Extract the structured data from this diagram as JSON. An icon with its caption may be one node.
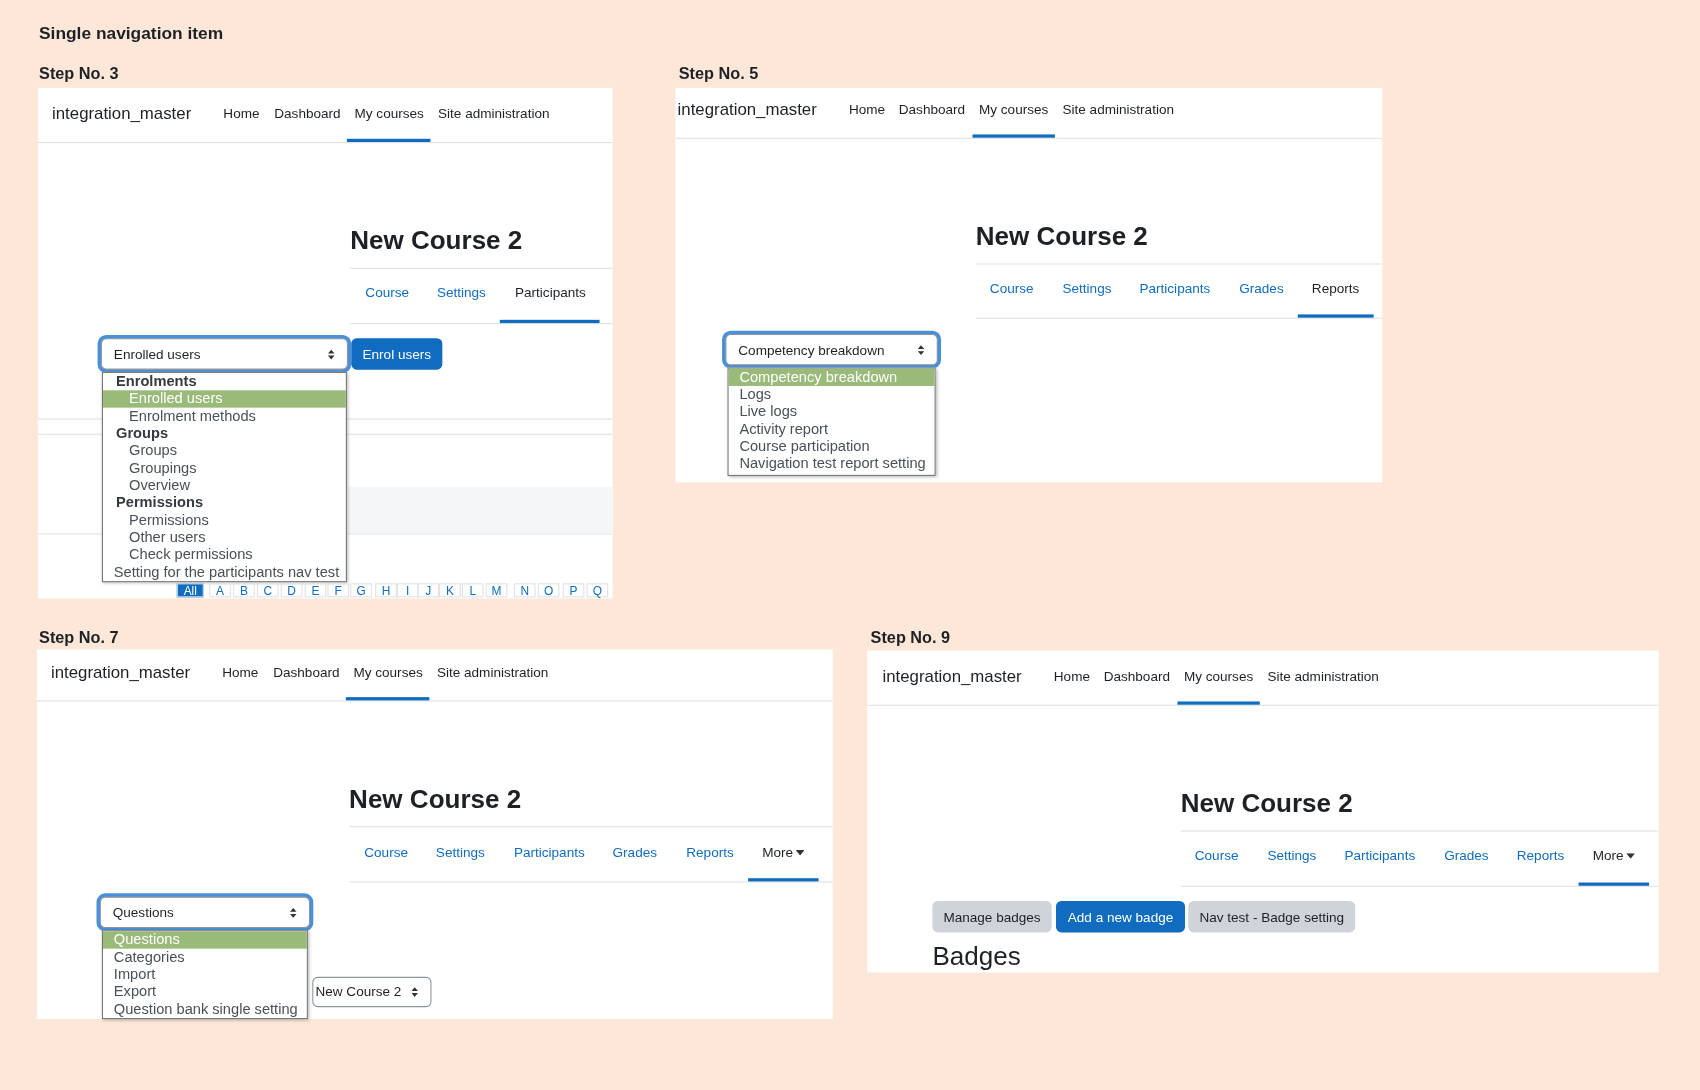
{
  "diagram": {
    "title": "Single navigation item",
    "labels": [
      "Step No. 3",
      "integration_master",
      "Home",
      "Dashboard",
      "My courses",
      "Site administration",
      "New Course 2",
      "Course",
      "Settings",
      "Participants",
      "Enrolled users",
      "Enrol users",
      "Enrolments",
      "Enrolled users",
      "Enrolment methods",
      "Groups",
      "Groups",
      "Groupings",
      "Overview",
      "Permissions",
      "Permissions",
      "Other users",
      "Check permissions",
      "Setting for the participants nav test",
      "All",
      "A",
      "B",
      "C",
      "D",
      "E",
      "F",
      "G",
      "H",
      "I",
      "J",
      "K",
      "L",
      "M",
      "N",
      "O",
      "P",
      "Q",
      "Step No. 5",
      "integration_master",
      "Home",
      "Dashboard",
      "My courses",
      "Site administration",
      "New Course 2",
      "Course",
      "Settings",
      "Participants",
      "Grades",
      "Reports",
      "Competency breakdown",
      "Competency breakdown",
      "Logs",
      "Live logs",
      "Activity report",
      "Course participation",
      "Navigation test report setting",
      "Step No. 7",
      "integration_master",
      "Home",
      "Dashboard",
      "My courses",
      "Site administration",
      "New Course 2",
      "Course",
      "Settings",
      "Participants",
      "Grades",
      "Reports",
      "More",
      "Questions",
      "Questions",
      "Categories",
      "Import",
      "Export",
      "Question bank single setting",
      "New Course 2",
      "Step No. 9",
      "integration_master",
      "Home",
      "Dashboard",
      "My courses",
      "Site administration",
      "New Course 2",
      "Course",
      "Settings",
      "Participants",
      "Grades",
      "Reports",
      "More",
      "Manage badges",
      "Add a new badge",
      "Nav test - Badge setting",
      "Badges"
    ]
  }
}
